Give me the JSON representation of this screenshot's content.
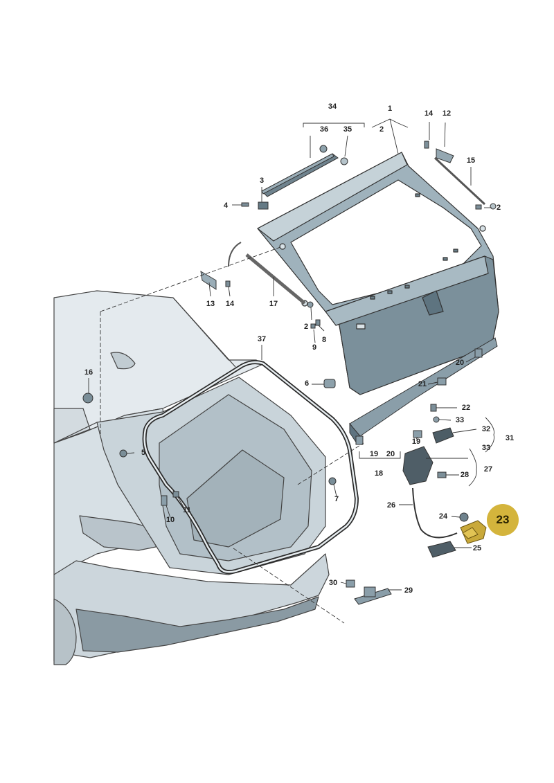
{
  "colors": {
    "panel": "#9fb2bc",
    "panel_dark": "#6f8590",
    "panel_light": "#c7d3d9",
    "car_body": "#dfe6ea",
    "car_shade": "#c4ced4",
    "line": "#333333",
    "highlight": "#d4b43c",
    "highlight_part": "#c9a93a"
  },
  "highlight": {
    "part_number": "23"
  },
  "part_labels": {
    "p34": "34",
    "p1": "1",
    "p14a": "14",
    "p12": "12",
    "p36": "36",
    "p35": "35",
    "p2a": "2",
    "p15": "15",
    "p3": "3",
    "p4": "4",
    "p2b": "2",
    "p13": "13",
    "p14b": "14",
    "p17": "17",
    "p2c": "2",
    "p9": "9",
    "p8": "8",
    "p37": "37",
    "p16": "16",
    "p20a": "20",
    "p6": "6",
    "p21": "21",
    "p22": "22",
    "p33a": "33",
    "p32": "32",
    "p31": "31",
    "p33b": "33",
    "p19a": "19",
    "p19b": "19",
    "p20b": "20",
    "p18": "18",
    "p5": "5",
    "p27": "27",
    "p28": "28",
    "p7": "7",
    "p11": "11",
    "p10": "10",
    "p26": "26",
    "p24": "24",
    "p25": "25",
    "p30": "30",
    "p29": "29"
  }
}
